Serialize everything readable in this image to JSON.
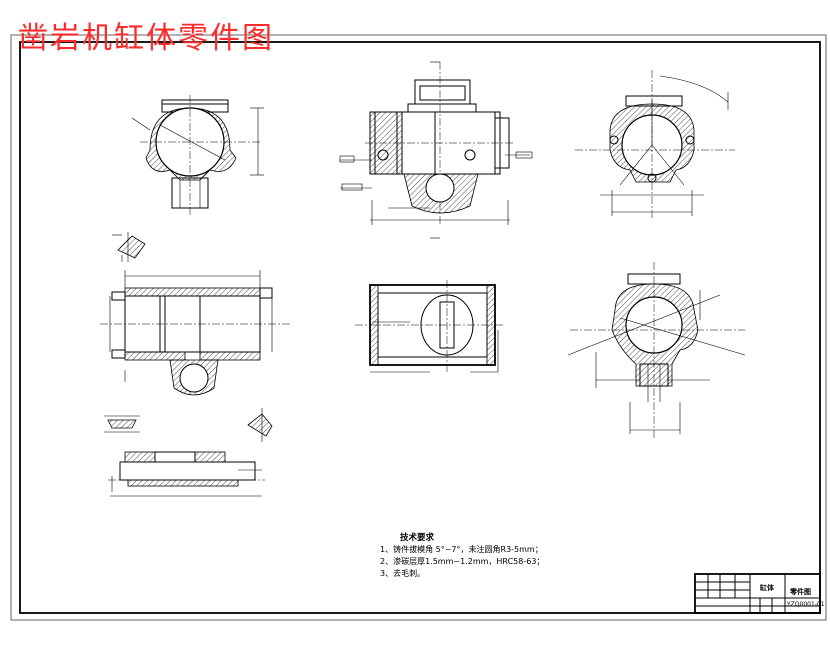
{
  "title": "凿岩机缸体零件图",
  "colors": {
    "title": "#ff2a2a",
    "line": "#000000",
    "paper": "#ffffff"
  },
  "notes": {
    "heading": "技术要求",
    "items": [
      "1、铸件拔模角 5°~7°，未注圆角R3-5mm；",
      "2、渗碳层厚1.5mm~1.2mm，HRC58-63；",
      "3、去毛刺。"
    ]
  },
  "title_block": {
    "part_name": "缸体",
    "drawing_type": "零件图",
    "drawing_no": "YZQ0001-01"
  }
}
